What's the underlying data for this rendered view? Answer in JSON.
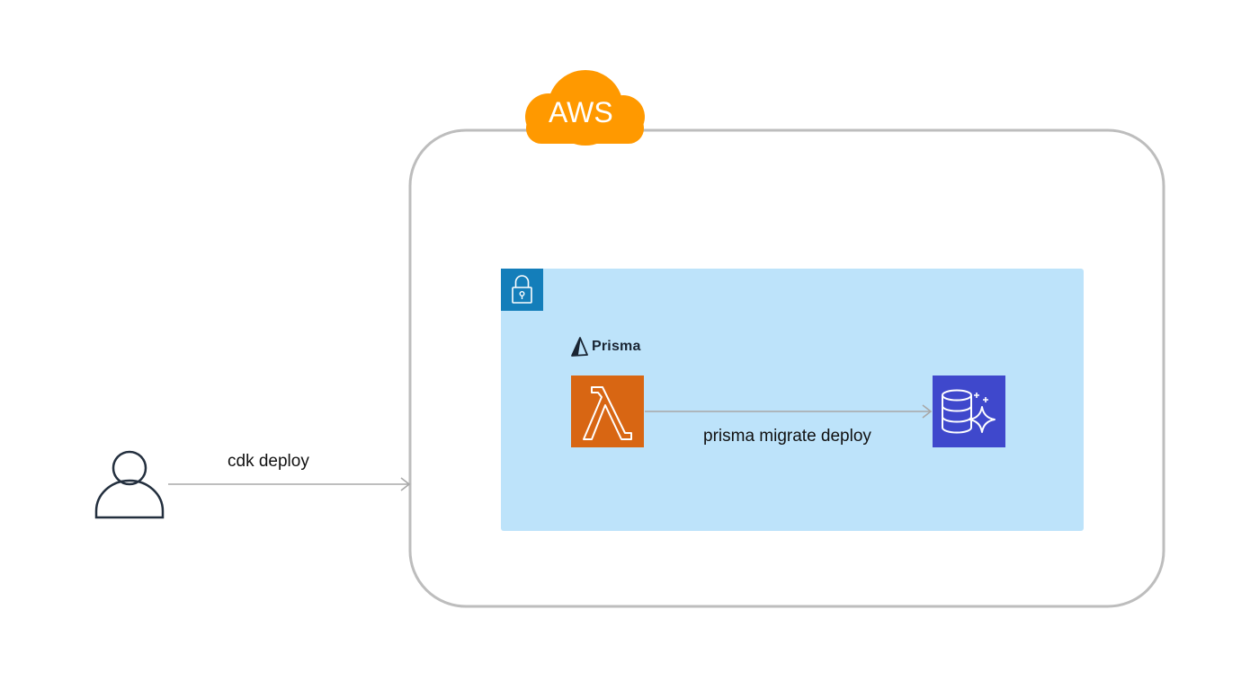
{
  "diagram": {
    "cloud_label": "AWS",
    "prisma_label": "Prisma",
    "edges": {
      "cdk_deploy": "cdk deploy",
      "prisma_migrate": "prisma migrate deploy"
    },
    "icons": {
      "user": "user-icon",
      "lock": "lock-icon",
      "prisma_logo": "prisma-logo-icon",
      "lambda": "lambda-icon",
      "database": "database-icon",
      "cloud": "cloud-icon"
    },
    "colors": {
      "cloud": "#FF9900",
      "aws_border": "#BDBDBD",
      "vpc_fill": "#BDE3FA",
      "lock_badge": "#147EBA",
      "lambda": "#D86613",
      "database": "#3F48CC",
      "arrow": "#A8A8A8",
      "user_stroke": "#232F3E"
    }
  }
}
